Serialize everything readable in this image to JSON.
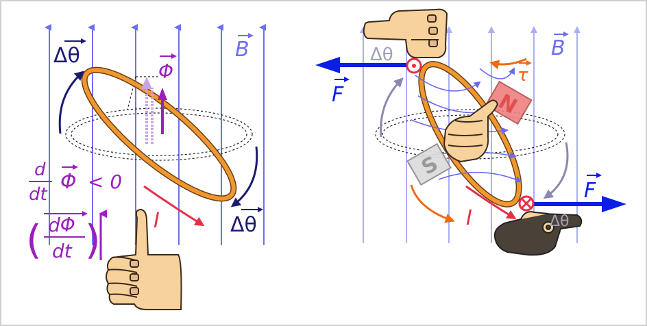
{
  "colors": {
    "field_left": "#6f6ff0",
    "field_right": "#aab0f6",
    "ring": "#f0972f",
    "ring_stroke": "#6a3f16",
    "flux": "#9b1fbf",
    "flux_light": "#c9a4e4",
    "dark_navy": "#1b1b6e",
    "current": "#e63046",
    "force": "#0a1ee6",
    "torque": "#ee6a15",
    "skin": "#f8d29c",
    "dark_skin": "#4a4238",
    "magnet_n": "#f08080",
    "magnet_s": "#dcdcdc"
  },
  "left_panel": {
    "angle_top": "Δθ",
    "angle_bottom": "Δθ",
    "field": "B",
    "flux": "Φ",
    "current": "I",
    "eq_d": "d",
    "eq_dt": "dt",
    "eq_phi": "Φ",
    "eq_rel": "< 0",
    "paren_dphi": "dΦ",
    "paren_dt": "dt",
    "paren_open": "(",
    "paren_close": ")"
  },
  "right_panel": {
    "angle_top": "Δθ",
    "angle_bottom": "Δθ",
    "field": "B",
    "torque": "τ",
    "force_left": "F",
    "force_right": "F",
    "current": "I",
    "magnet_north": "N",
    "magnet_south": "S"
  },
  "icons": [
    "thumbs-up-hand-icon",
    "pointing-hand-icon",
    "fist-thumb-hand-icon",
    "dark-pointing-hand-icon",
    "current-out-dot-icon",
    "current-in-cross-icon"
  ]
}
